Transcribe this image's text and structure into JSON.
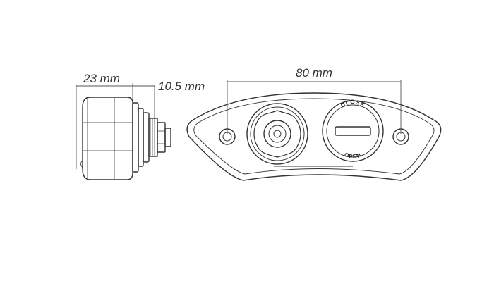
{
  "dimensions": {
    "depth_label": "23 mm",
    "offset_label": "10.5 mm",
    "width_label": "80 mm"
  },
  "cap": {
    "close_label": "CLOSE",
    "open_label": "OPEN"
  },
  "colors": {
    "line": "#333333",
    "dimension_line": "#555555",
    "background": "#ffffff"
  }
}
